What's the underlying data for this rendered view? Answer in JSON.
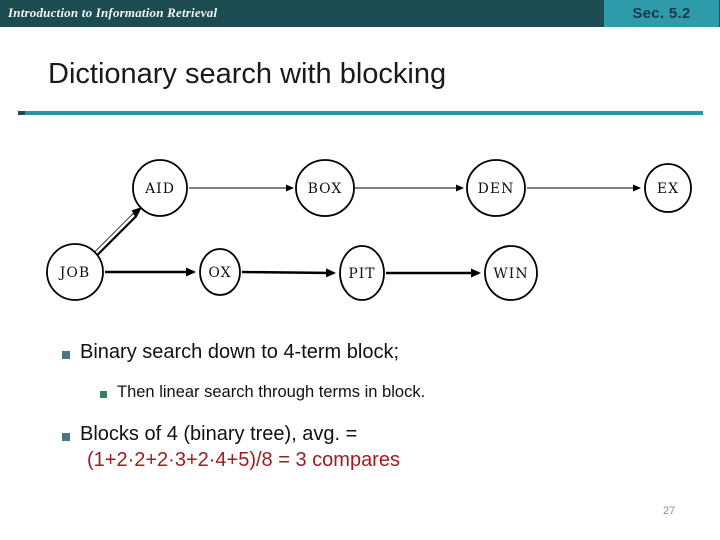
{
  "header": {
    "course": "Introduction to Information Retrieval",
    "section": "Sec. 5.2"
  },
  "slide": {
    "title": "Dictionary search with blocking",
    "page_number": "27"
  },
  "diagram": {
    "top_row": [
      "AID",
      "BOX",
      "DEN",
      "EX"
    ],
    "bottom_row": [
      "JOB",
      "OX",
      "PIT",
      "WIN"
    ]
  },
  "bullets": {
    "b1": "Binary search down to 4-term block;",
    "b2": "Then linear search through terms in block.",
    "b3_line1": "Blocks of 4 (binary tree), avg. =",
    "b3_line2": "(1+2·2+2·3+2·4+5)/8 = 3 compares"
  },
  "colors": {
    "header_bg": "#1c4b51",
    "badge_bg": "#2f9aaa",
    "badge_text": "#143c46",
    "rule_teal": "#2a93a5",
    "bullet1": "#4a7582",
    "bullet2": "#3e7a68",
    "formula_red": "#9e1c20",
    "page_gray": "#8a8a8a"
  }
}
